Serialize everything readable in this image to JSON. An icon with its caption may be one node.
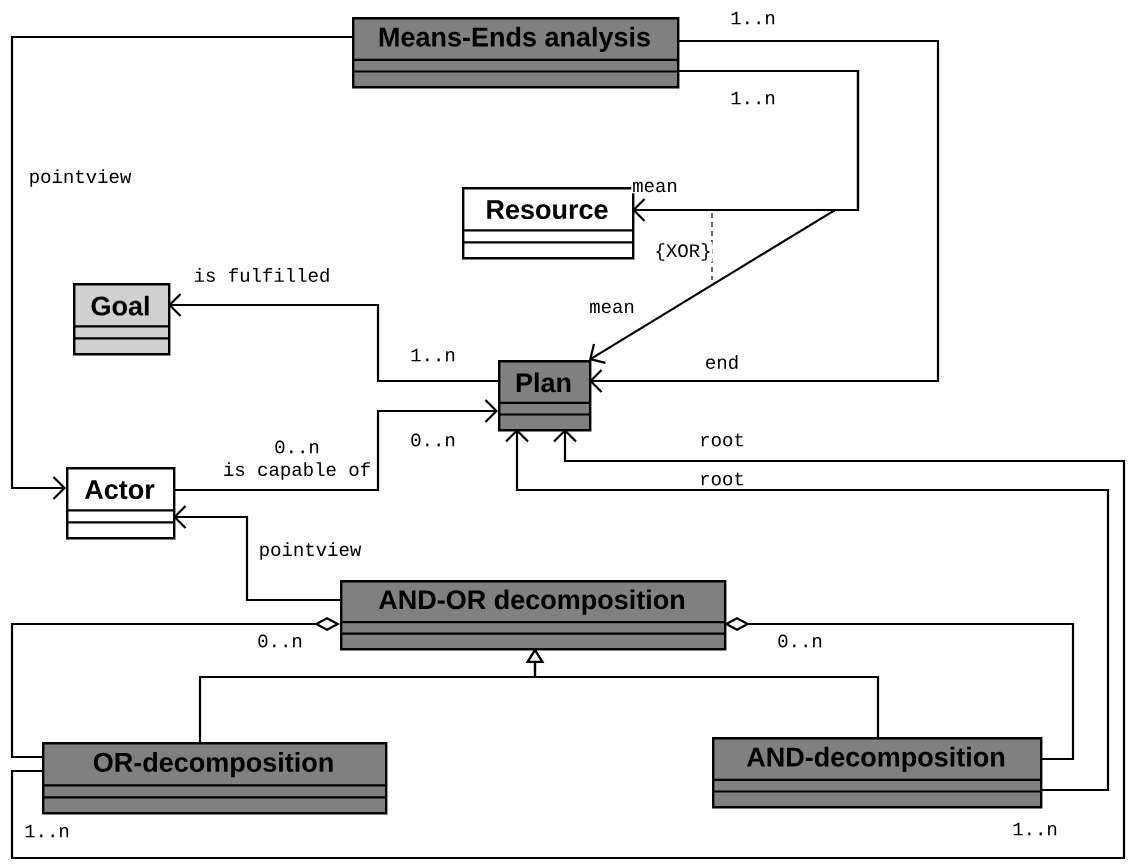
{
  "diagram": {
    "nodes": [
      {
        "text": [
          "Means-Ends analysis"
        ]
      },
      {
        "text": [
          "Resource"
        ]
      },
      {
        "text": [
          "Goal"
        ]
      },
      {
        "text": [
          "Plan"
        ]
      },
      {
        "text": [
          "Actor"
        ]
      },
      {
        "text": [
          "AND-OR decomposition"
        ]
      },
      {
        "text": [
          "OR-decomposition"
        ]
      },
      {
        "text": [
          "AND-decomposition"
        ]
      }
    ],
    "edges": [
      {
        "from": 0,
        "to": 4,
        "arrow": "to",
        "label": "pointview"
      },
      {
        "from": 0,
        "to": 3,
        "arrow": "to",
        "label": "end"
      },
      {
        "from": 0,
        "to": 1,
        "arrow": "to",
        "label": "mean"
      },
      {
        "from": 0,
        "to": 3,
        "arrow": "to",
        "label": "mean"
      },
      {
        "from": 3,
        "to": 2,
        "arrow": "to",
        "label": "is fulfilled"
      },
      {
        "from": 4,
        "to": 3,
        "arrow": "to",
        "label": "is capable of"
      },
      {
        "from": 5,
        "to": 4,
        "arrow": "to",
        "label": "pointview"
      },
      {
        "from": 6,
        "to": 5,
        "arrow": "other"
      },
      {
        "from": 7,
        "to": 5,
        "arrow": "other"
      },
      {
        "from": 6,
        "to": 5,
        "arrow": "to"
      },
      {
        "from": 7,
        "to": 5,
        "arrow": "to"
      },
      {
        "from": 6,
        "to": 3,
        "arrow": "to",
        "label": "root"
      },
      {
        "from": 7,
        "to": 3,
        "arrow": "to",
        "label": "root"
      }
    ],
    "labels": [
      "1..n",
      "1..n",
      "{XOR}",
      "1..n",
      "0..n",
      "0..n",
      "0..n",
      "0..n",
      "1..n",
      "1..n"
    ]
  }
}
